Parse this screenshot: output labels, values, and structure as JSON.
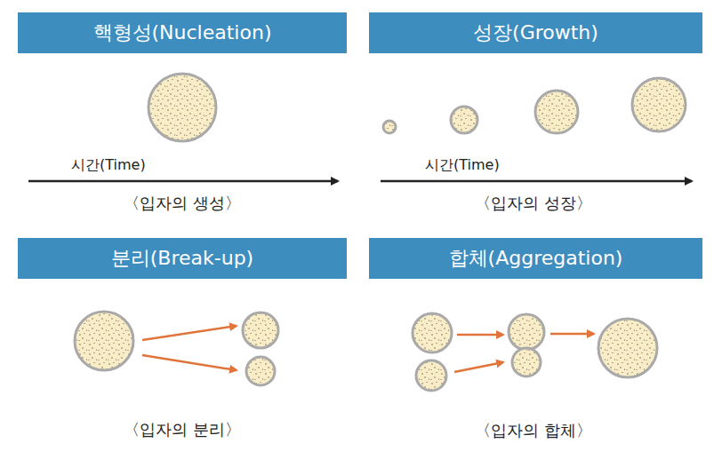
{
  "diagram": {
    "nodes": [
      {
        "text": [
          "핵형성(Nucleation)"
        ]
      },
      {
        "text": [
          "성장(Growth)"
        ]
      },
      {
        "text": [
          "분리(Break-up)"
        ]
      },
      {
        "text": [
          "합체(Aggregation)"
        ]
      }
    ],
    "labels": [
      "시간(Time)",
      "〈입자의 생성〉",
      "시간(Time)",
      "〈입자의 성장〉",
      "〈입자의 분리〉",
      "〈입자의 합체〉"
    ]
  }
}
